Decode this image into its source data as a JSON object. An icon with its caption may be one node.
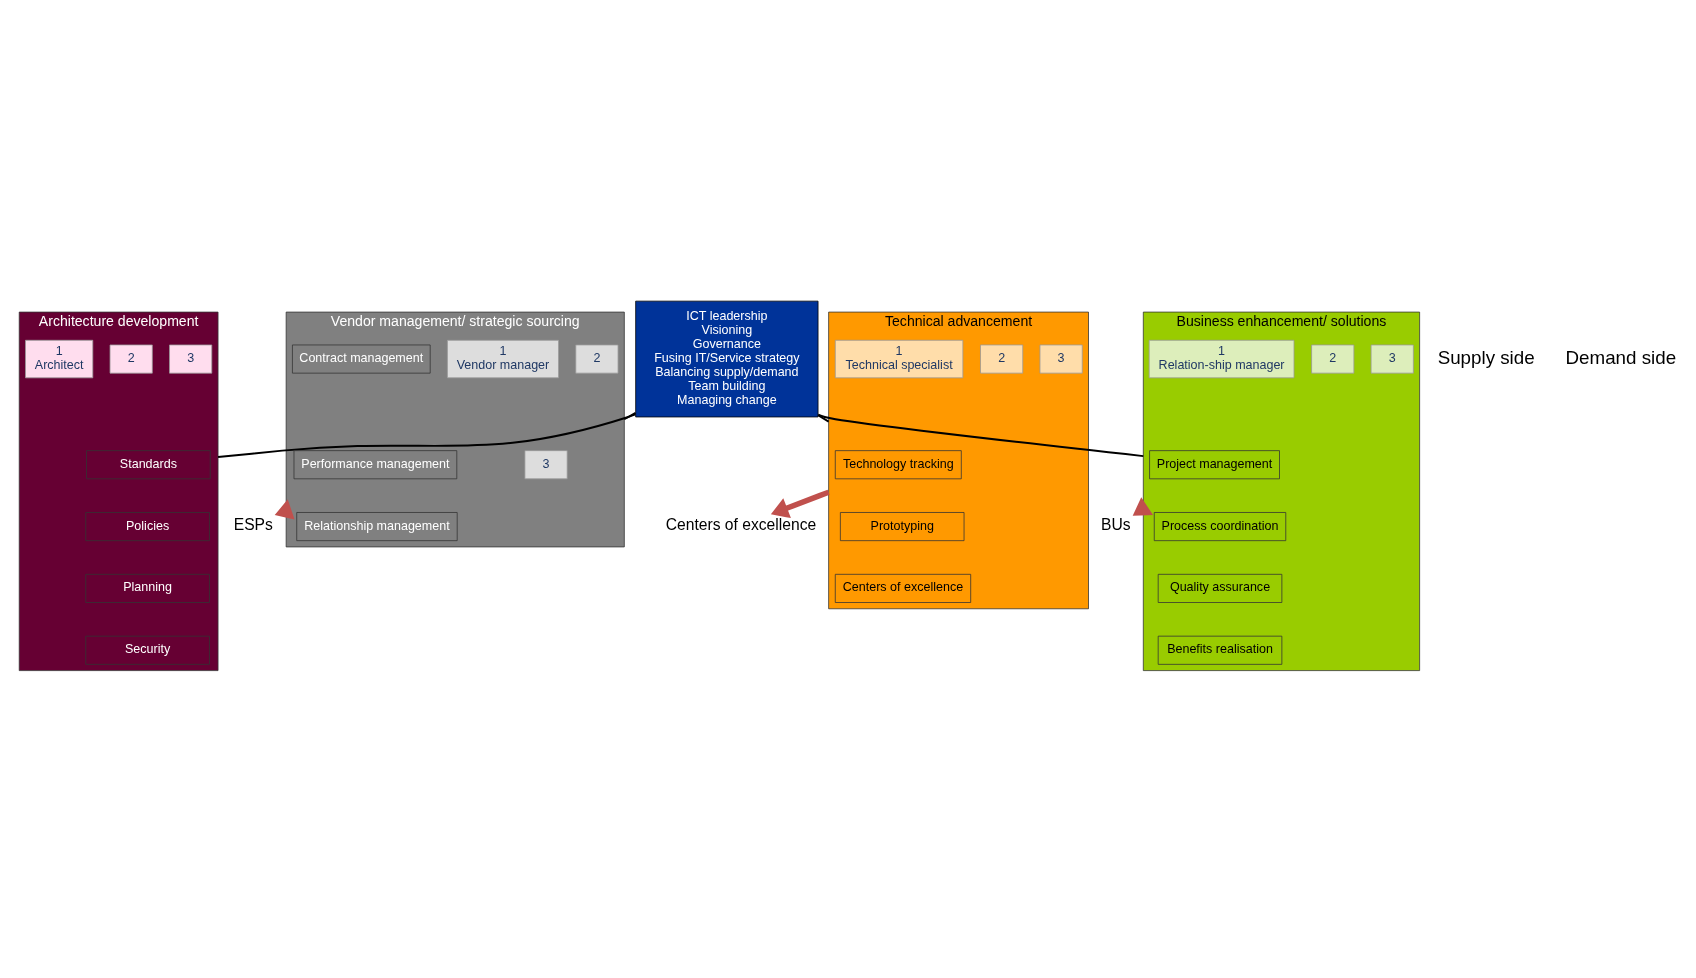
{
  "diagram": {
    "nodes": [
      {
        "text": [
          "ICT leadership",
          "Visioning",
          "Governance",
          "Fusing IT/Service strategy",
          "Balancing supply/demand",
          "Team building",
          "Managing change"
        ]
      },
      {
        "text": [
          "Architecture development"
        ]
      },
      {
        "text": [
          "Standards"
        ],
        "in": 1
      },
      {
        "text": [
          "Policies"
        ],
        "in": 1
      },
      {
        "text": [
          "Planning"
        ],
        "in": 1
      },
      {
        "text": [
          "Security"
        ],
        "in": 1
      },
      {
        "text": [
          "3"
        ],
        "in": 1
      },
      {
        "text": [
          "2"
        ],
        "in": 1
      },
      {
        "text": [
          "1",
          "Architect"
        ],
        "in": 1
      },
      {
        "text": [
          "Vendor management/ strategic sourcing"
        ]
      },
      {
        "text": [
          "3"
        ],
        "in": 9
      },
      {
        "text": [
          "2"
        ],
        "in": 9
      },
      {
        "text": [
          "1",
          "Vendor manager"
        ],
        "in": 9
      },
      {
        "text": [
          "Contract management"
        ],
        "in": 9
      },
      {
        "text": [
          "Performance management"
        ],
        "in": 9
      },
      {
        "text": [
          "Relationship management"
        ],
        "in": 9
      },
      {
        "text": [
          "Technical advancement"
        ]
      },
      {
        "text": [
          "Technology tracking"
        ],
        "in": 16
      },
      {
        "text": [
          "Prototyping"
        ],
        "in": 16
      },
      {
        "text": [
          "Centers of excellence"
        ],
        "in": 16
      },
      {
        "text": [
          "3"
        ],
        "in": 16
      },
      {
        "text": [
          "2"
        ],
        "in": 16
      },
      {
        "text": [
          "1",
          "Technical specialist"
        ],
        "in": 16
      },
      {
        "text": [
          "Business enhancement/ solutions"
        ]
      },
      {
        "text": [
          "Project management"
        ],
        "in": 23
      },
      {
        "text": [
          "Process coordination"
        ],
        "in": 23
      },
      {
        "text": [
          "Quality assurance"
        ],
        "in": 23
      },
      {
        "text": [
          "Benefits realisation"
        ],
        "in": 23
      },
      {
        "text": [
          "3"
        ],
        "in": 23
      },
      {
        "text": [
          "2"
        ],
        "in": 23
      },
      {
        "text": [
          "1",
          "Relation-ship manager"
        ],
        "in": 23
      },
      {
        "text": [
          "ESPs"
        ]
      },
      {
        "text": [
          "Centers of excellence"
        ]
      },
      {
        "text": [
          "BUs"
        ]
      }
    ],
    "edges": [
      {
        "from": 0,
        "to": 1,
        "arrow": "none"
      },
      {
        "from": 0,
        "to": 9,
        "arrow": "none"
      },
      {
        "from": 0,
        "to": 16,
        "arrow": "none"
      },
      {
        "from": 0,
        "to": 23,
        "arrow": "none"
      },
      {
        "from": 9,
        "to": 31,
        "arrow": "to",
        "style": "thick",
        "color": "#c0504d"
      },
      {
        "from": 16,
        "to": 32,
        "arrow": "to",
        "style": "thick",
        "color": "#c0504d"
      },
      {
        "from": 23,
        "to": 33,
        "arrow": "to",
        "style": "thick",
        "color": "#c0504d"
      }
    ],
    "labels": [
      "Supply side",
      "Demand side"
    ]
  }
}
